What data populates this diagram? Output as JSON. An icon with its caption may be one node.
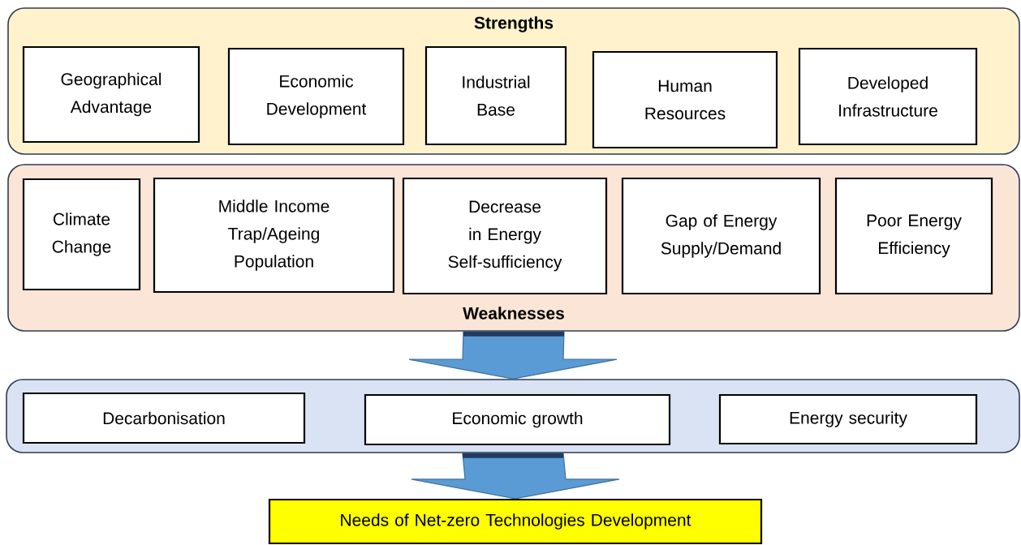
{
  "diagram": {
    "nodes": [
      {
        "text": [
          "Strengths"
        ]
      },
      {
        "text": [
          "Geographical Advantage"
        ],
        "in": 0
      },
      {
        "text": [
          "Economic Development"
        ],
        "in": 0
      },
      {
        "text": [
          "Industrial Base"
        ],
        "in": 0
      },
      {
        "text": [
          "Human Resources"
        ],
        "in": 0
      },
      {
        "text": [
          "Developed Infrastructure"
        ],
        "in": 0
      },
      {
        "text": [
          "Weaknesses"
        ]
      },
      {
        "text": [
          "Climate Change"
        ],
        "in": 6
      },
      {
        "text": [
          "Middle Income Trap/Ageing Population"
        ],
        "in": 6
      },
      {
        "text": [
          "Decrease in Energy Self-sufficiency"
        ],
        "in": 6
      },
      {
        "text": [
          "Gap of Energy Supply/Demand"
        ],
        "in": 6
      },
      {
        "text": [
          "Poor Energy Efficiency"
        ],
        "in": 6
      },
      {
        "text": [],
        "shape": "box"
      },
      {
        "text": [
          "Decarbonisation"
        ],
        "in": 12
      },
      {
        "text": [
          "Economic growth"
        ],
        "in": 12
      },
      {
        "text": [
          "Energy security"
        ],
        "in": 12
      },
      {
        "text": [
          "Needs of Net-zero Technologies Development"
        ]
      }
    ],
    "edges": [
      {
        "from": 6,
        "to": 12,
        "arrow": "to"
      },
      {
        "from": 12,
        "to": 16,
        "arrow": "to"
      }
    ]
  }
}
